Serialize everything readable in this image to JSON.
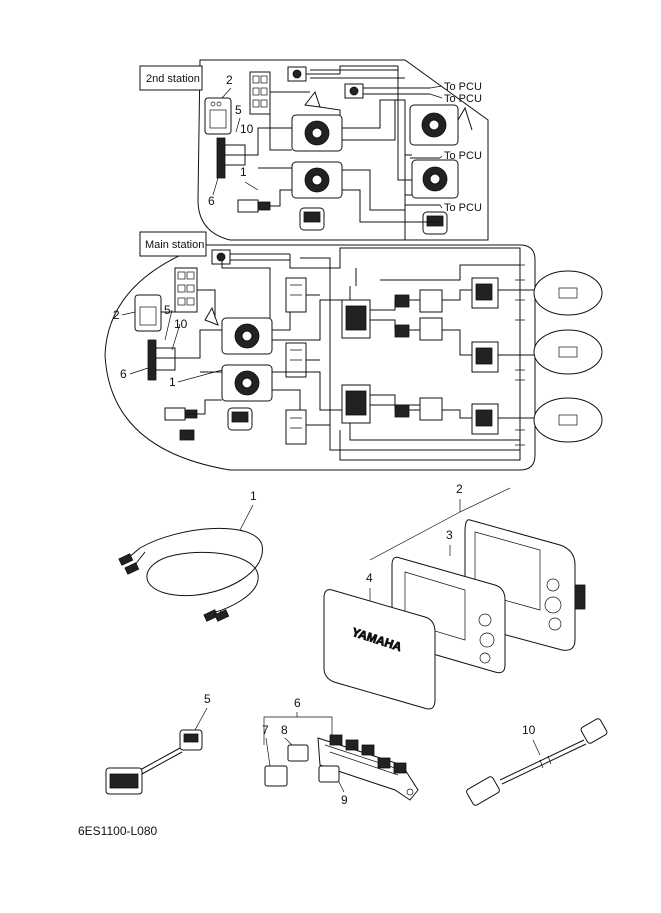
{
  "stations": {
    "second": "2nd station",
    "main": "Main station"
  },
  "to_pcu": [
    "To PCU",
    "To PCU",
    "To PCU",
    "To PCU"
  ],
  "callouts": {
    "top": [
      "2",
      "5",
      "10",
      "1",
      "6"
    ],
    "main": [
      "5",
      "10",
      "2",
      "6",
      "1"
    ],
    "parts": [
      "1",
      "2",
      "3",
      "4",
      "5",
      "6",
      "7",
      "8",
      "9",
      "10"
    ]
  },
  "brand_text": "YAMAHA",
  "drawing_code": "6ES1100-L080"
}
